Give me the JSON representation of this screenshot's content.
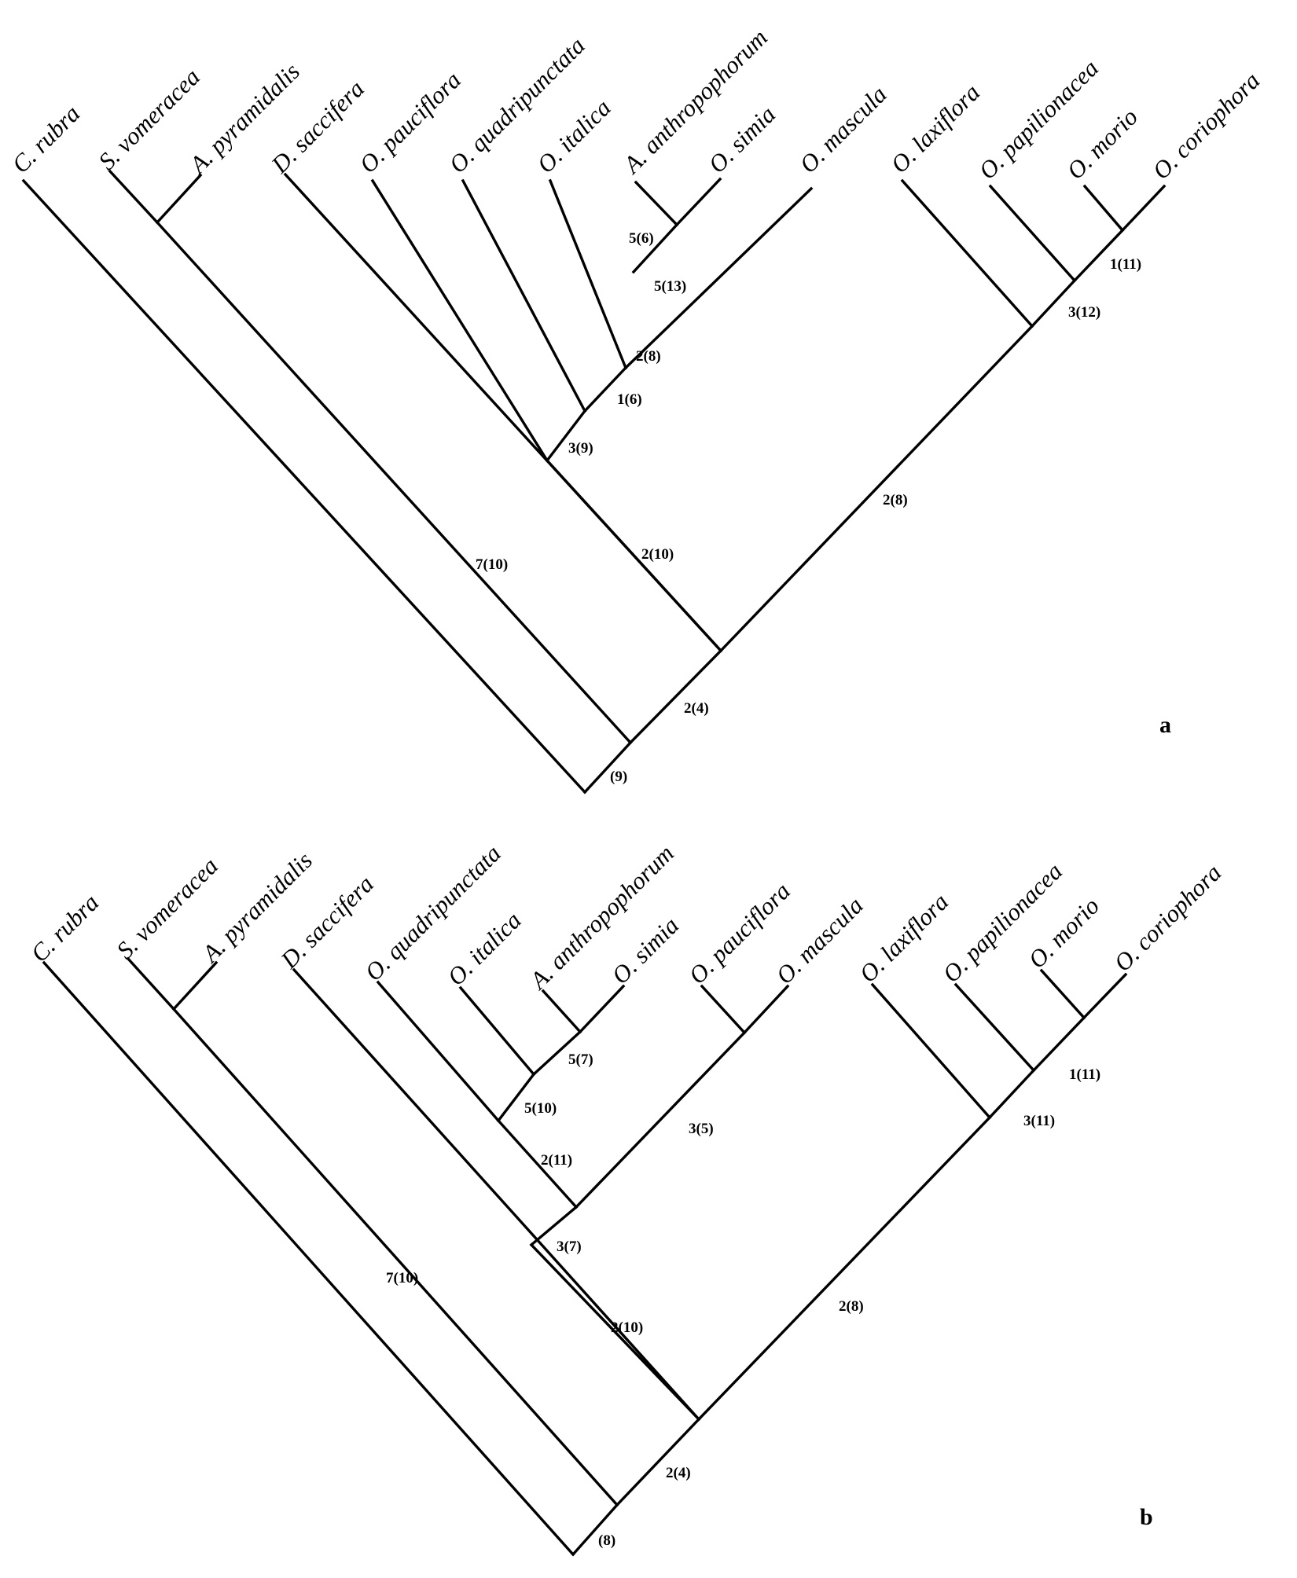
{
  "figure": {
    "panels": [
      {
        "label": "a",
        "taxa": [
          "C. rubra",
          "S. vomeracea",
          "A. pyramidalis",
          "D. saccifera",
          "O. pauciflora",
          "O. quadripunctata",
          "O. italica",
          "A. anthropophorum",
          "O. simia",
          "O. mascula",
          "O. laxiflora",
          "O. papilionacea",
          "O. morio",
          "O. coriophora"
        ],
        "support_labels": [
          "5(6)",
          "5(13)",
          "2(8)",
          "1(6)",
          "3(9)",
          "2(10)",
          "1(11)",
          "3(12)",
          "2(8)",
          "7(10)",
          "2(4)",
          "(9)"
        ]
      },
      {
        "label": "b",
        "taxa": [
          "C. rubra",
          "S. vomeracea",
          "A. pyramidalis",
          "D. saccifera",
          "O. quadripunctata",
          "O. italica",
          "A. anthropophorum",
          "O. simia",
          "O. pauciflora",
          "O. mascula",
          "O. laxiflora",
          "O. papilionacea",
          "O. morio",
          "O. coriophora"
        ],
        "support_labels": [
          "5(7)",
          "5(10)",
          "2(11)",
          "3(5)",
          "3(7)",
          "1(11)",
          "3(11)",
          "2(10)",
          "2(8)",
          "7(10)",
          "2(4)",
          "(8)"
        ]
      }
    ]
  }
}
